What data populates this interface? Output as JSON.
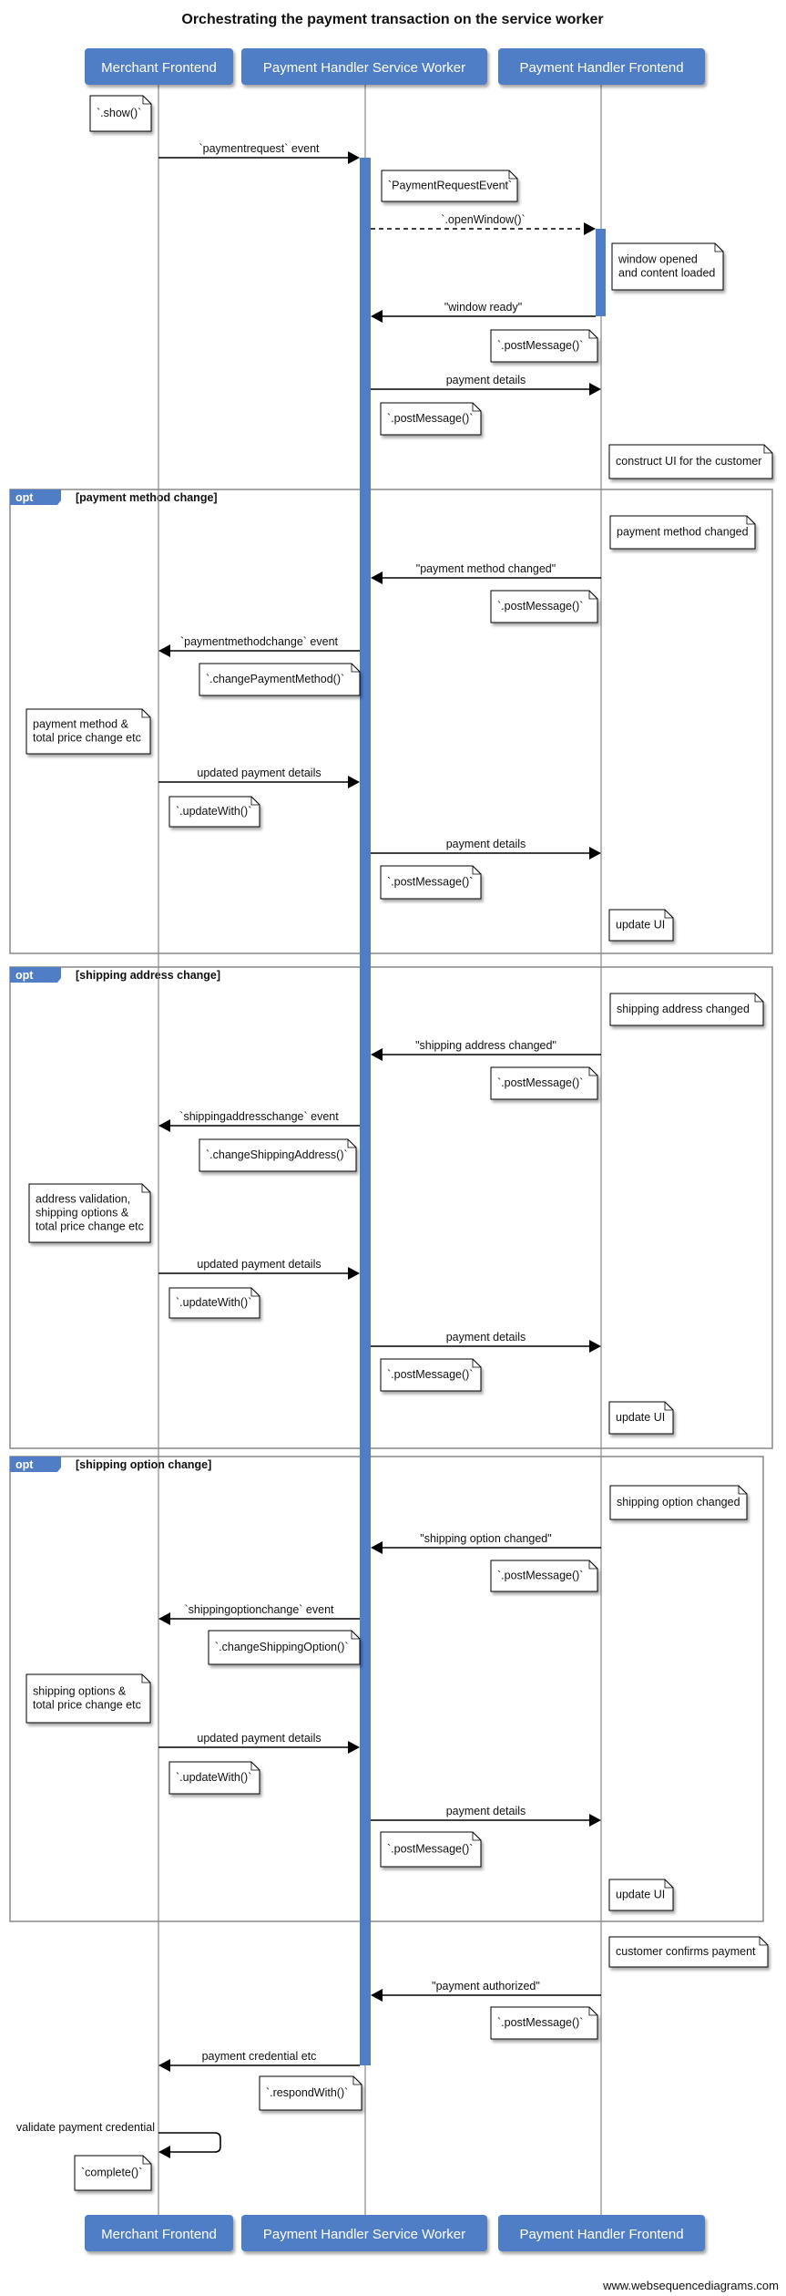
{
  "title": "Orchestrating the payment transaction on the service worker",
  "footer": "www.websequencediagrams.com",
  "colors": {
    "participant": "#4f7ec7",
    "activation": "#4f7ec7",
    "lifeline": "#888888",
    "frame": "#888888"
  },
  "participants": [
    {
      "id": "mf",
      "label": "Merchant Frontend"
    },
    {
      "id": "sw",
      "label": "Payment Handler Service Worker"
    },
    {
      "id": "phf",
      "label": "Payment Handler Frontend"
    }
  ],
  "items": [
    {
      "type": "note",
      "over": "mf",
      "lines": [
        "`.show()`"
      ]
    },
    {
      "type": "message",
      "from": "mf",
      "to": "sw",
      "label": "`paymentrequest` event"
    },
    {
      "type": "note",
      "over": "sw",
      "lines": [
        "`PaymentRequestEvent`"
      ]
    },
    {
      "type": "message",
      "from": "sw",
      "to": "phf",
      "label": "`.openWindow()`",
      "dashed": true
    },
    {
      "type": "note",
      "over": "phf",
      "lines": [
        "window opened",
        "and content loaded"
      ]
    },
    {
      "type": "message",
      "from": "phf",
      "to": "sw",
      "label": "\"window ready\""
    },
    {
      "type": "note",
      "over": "sw",
      "lines": [
        "`.postMessage()`"
      ]
    },
    {
      "type": "message",
      "from": "sw",
      "to": "phf",
      "label": "payment details"
    },
    {
      "type": "note",
      "over": "sw",
      "lines": [
        "`.postMessage()`"
      ]
    },
    {
      "type": "note",
      "over": "phf",
      "lines": [
        "construct UI for the customer"
      ]
    },
    {
      "type": "frame",
      "keyword": "opt",
      "condition": "[payment method change]"
    },
    {
      "type": "note",
      "over": "phf",
      "lines": [
        "payment method changed"
      ]
    },
    {
      "type": "message",
      "from": "phf",
      "to": "sw",
      "label": "\"payment method changed\""
    },
    {
      "type": "note",
      "over": "sw",
      "lines": [
        "`.postMessage()`"
      ]
    },
    {
      "type": "message",
      "from": "sw",
      "to": "mf",
      "label": "`paymentmethodchange` event"
    },
    {
      "type": "note",
      "over": "mf",
      "lines": [
        "`.changePaymentMethod()`"
      ]
    },
    {
      "type": "note",
      "over": "mf",
      "lines": [
        "payment method &",
        "total price change etc"
      ]
    },
    {
      "type": "message",
      "from": "mf",
      "to": "sw",
      "label": "updated payment details"
    },
    {
      "type": "note",
      "over": "mf",
      "lines": [
        "`.updateWith()`"
      ]
    },
    {
      "type": "message",
      "from": "sw",
      "to": "phf",
      "label": "payment details"
    },
    {
      "type": "note",
      "over": "sw",
      "lines": [
        "`.postMessage()`"
      ]
    },
    {
      "type": "note",
      "over": "phf",
      "lines": [
        "update UI"
      ]
    },
    {
      "type": "frame",
      "keyword": "opt",
      "condition": "[shipping address change]"
    },
    {
      "type": "note",
      "over": "phf",
      "lines": [
        "shipping address changed"
      ]
    },
    {
      "type": "message",
      "from": "phf",
      "to": "sw",
      "label": "\"shipping address changed\""
    },
    {
      "type": "note",
      "over": "sw",
      "lines": [
        "`.postMessage()`"
      ]
    },
    {
      "type": "message",
      "from": "sw",
      "to": "mf",
      "label": "`shippingaddresschange` event"
    },
    {
      "type": "note",
      "over": "mf",
      "lines": [
        "`.changeShippingAddress()`"
      ]
    },
    {
      "type": "note",
      "over": "mf",
      "lines": [
        "address validation,",
        "shipping options &",
        "total price change etc"
      ]
    },
    {
      "type": "message",
      "from": "mf",
      "to": "sw",
      "label": "updated payment details"
    },
    {
      "type": "note",
      "over": "mf",
      "lines": [
        "`.updateWith()`"
      ]
    },
    {
      "type": "message",
      "from": "sw",
      "to": "phf",
      "label": "payment details"
    },
    {
      "type": "note",
      "over": "sw",
      "lines": [
        "`.postMessage()`"
      ]
    },
    {
      "type": "note",
      "over": "phf",
      "lines": [
        "update UI"
      ]
    },
    {
      "type": "frame",
      "keyword": "opt",
      "condition": "[shipping option change]"
    },
    {
      "type": "note",
      "over": "phf",
      "lines": [
        "shipping option changed"
      ]
    },
    {
      "type": "message",
      "from": "phf",
      "to": "sw",
      "label": "\"shipping option changed\""
    },
    {
      "type": "note",
      "over": "sw",
      "lines": [
        "`.postMessage()`"
      ]
    },
    {
      "type": "message",
      "from": "sw",
      "to": "mf",
      "label": "`shippingoptionchange` event"
    },
    {
      "type": "note",
      "over": "mf",
      "lines": [
        "`.changeShippingOption()`"
      ]
    },
    {
      "type": "note",
      "over": "mf",
      "lines": [
        "shipping options &",
        "total price change etc"
      ]
    },
    {
      "type": "message",
      "from": "mf",
      "to": "sw",
      "label": "updated payment details"
    },
    {
      "type": "note",
      "over": "mf",
      "lines": [
        "`.updateWith()`"
      ]
    },
    {
      "type": "message",
      "from": "sw",
      "to": "phf",
      "label": "payment details"
    },
    {
      "type": "note",
      "over": "sw",
      "lines": [
        "`.postMessage()`"
      ]
    },
    {
      "type": "note",
      "over": "phf",
      "lines": [
        "update UI"
      ]
    },
    {
      "type": "note",
      "over": "phf",
      "lines": [
        "customer confirms payment"
      ]
    },
    {
      "type": "message",
      "from": "phf",
      "to": "sw",
      "label": "\"payment authorized\""
    },
    {
      "type": "note",
      "over": "sw",
      "lines": [
        "`.postMessage()`"
      ]
    },
    {
      "type": "message",
      "from": "sw",
      "to": "mf",
      "label": "payment credential etc"
    },
    {
      "type": "note",
      "over": "mf",
      "lines": [
        "`.respondWith()`"
      ]
    },
    {
      "type": "self",
      "on": "mf",
      "label": "validate payment credential"
    },
    {
      "type": "note",
      "over": "mf",
      "lines": [
        "`complete()`"
      ]
    }
  ]
}
